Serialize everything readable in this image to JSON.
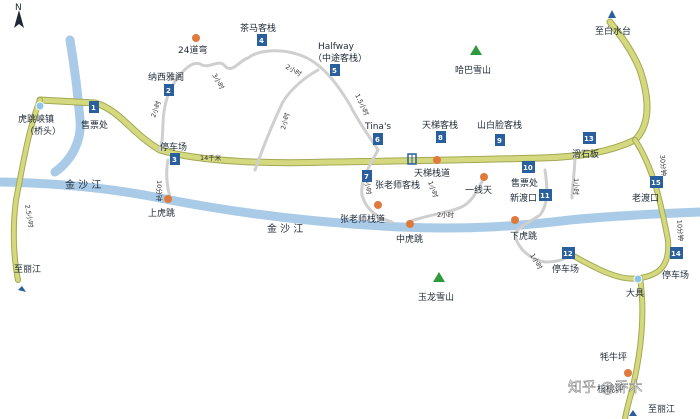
{
  "map": {
    "colors": {
      "river": "#a9cbe7",
      "road": "#c8cd72",
      "road_outline": "#a3a955",
      "trail": "#cfcfcf",
      "badge": "#2a5f9e",
      "poi": "#e07a3c",
      "mountain": "#2e9a3a",
      "town": "#8fc3e8"
    },
    "compass": {
      "letter": "N"
    },
    "rivers": [
      {
        "name": "金沙江",
        "label_left": "金 沙 江",
        "label_right": "金 沙 江"
      }
    ],
    "mountains": [
      {
        "name": "哈巴雪山"
      },
      {
        "name": "玉龙雪山"
      }
    ],
    "places": {
      "huqiao": "虎跳峡镇\n（桥头）",
      "shangxiang": "上虎跳",
      "zhonghutiao": "中虎跳",
      "xiahutiao": "下虎跳",
      "daju": "大具",
      "ganmaoping": "牦牛坪",
      "huasiping": "核桃坪",
      "ticket1": "售票处",
      "parking1": "停车场",
      "parking2": "停车场",
      "parking3": "停车场",
      "tianti_road": "天梯栈道",
      "zhanglaoshi_inn": "张老师客栈",
      "zhanglaoshi_road": "张老师栈道",
      "yixiantian": "一线天",
      "ticket2": "售票处",
      "xinduko": "新渡口",
      "huashiban": "滑石板",
      "laoduko": "老渡口",
      "to_baishuitai": "至白水台",
      "to_lijiang": "至丽江",
      "to_lijiang2": "至丽江"
    },
    "distance_labels": {
      "km14": "14千米",
      "min10": "10分钟",
      "h2_5": "2.5小时",
      "h3": "3小时",
      "h2a": "2小时",
      "h2b": "2小时",
      "h2c": "2小时",
      "h1_5": "1.5小时",
      "h1a": "1小时",
      "h1b": "1小时",
      "h1c": "1小时",
      "h1d": "1小时",
      "h2d": "2小时",
      "min30": "30分钟",
      "min10b": "10分钟",
      "h1_5b": "1.5小时"
    },
    "stops": [
      {
        "num": "1",
        "name": "售票处"
      },
      {
        "num": "2",
        "name": "纳西雅阁"
      },
      {
        "num": "3",
        "name": "停车场"
      },
      {
        "num": "4",
        "name": "茶马客栈"
      },
      {
        "num": "5",
        "name": "Halfway\n（中途客栈）"
      },
      {
        "num": "6",
        "name": "Tina's"
      },
      {
        "num": "7",
        "name": "张老师客栈"
      },
      {
        "num": "8",
        "name": "天梯客栈"
      },
      {
        "num": "9",
        "name": "山白脸客栈"
      },
      {
        "num": "10",
        "name": "售票处"
      },
      {
        "num": "11",
        "name": "新渡口"
      },
      {
        "num": "12",
        "name": "停车场"
      },
      {
        "num": "13",
        "name": "滑石板"
      },
      {
        "num": "14",
        "name": "停车场"
      },
      {
        "num": "15",
        "name": "老渡口"
      }
    ],
    "poi_24": "24道弯",
    "watermark": "知乎 @乔木"
  }
}
